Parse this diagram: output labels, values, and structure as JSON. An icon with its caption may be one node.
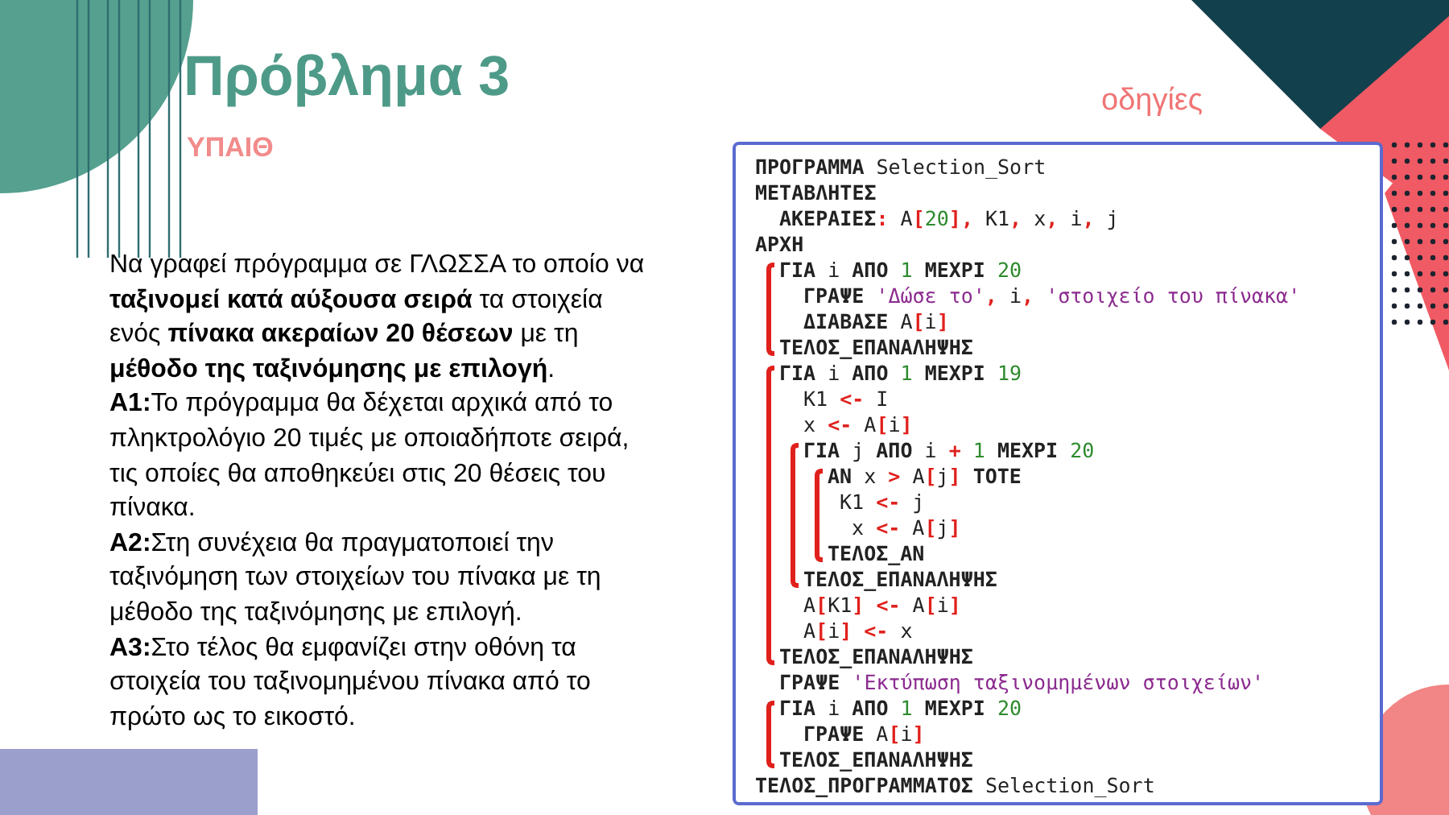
{
  "diagram": {
    "title": "Πρόβλημα 3",
    "nodes": [
      {
        "text": [
          "**ΠΡΟΓΡΑΜΜΑ** Selection_Sort",
          "**ΜΕΤΑΒΛΗΤΕΣ**",
          "**ΑΚΕΡΑΙΕΣ**: A[20], K1, x, i, j",
          "**ΑΡΧΗ**",
          "**ΓΙΑ** i **ΑΠΟ** 1 **ΜΕΧΡΙ** 20",
          "**ΓΡΑΨΕ** 'Δώσε το', i, 'στοιχείο του πίνακα'",
          "**ΔΙΑΒΑΣΕ** A[i]",
          "**ΤΕΛΟΣ_ΕΠΑΝΑΛΗΨΗΣ**",
          "**ΓΙΑ** i **ΑΠΟ** 1 **ΜΕΧΡΙ** 19",
          "K1 <- I",
          "x <- A[i]",
          "**ΓΙΑ** j **ΑΠΟ** i + 1 **ΜΕΧΡΙ** 20",
          "**ΑΝ** x > A[j] **ΤΟΤΕ**",
          "K1 <- j",
          "x <- A[j]",
          "**ΤΕΛΟΣ_ΑΝ**",
          "**ΤΕΛΟΣ_ΕΠΑΝΑΛΗΨΗΣ**",
          "A[K1] <- A[i]",
          "A[i] <- x",
          "**ΤΕΛΟΣ_ΕΠΑΝΑΛΗΨΗΣ**",
          "**ΓΡΑΨΕ** 'Εκτύπωση ταξινομημένων στοιχείων'",
          "**ΓΙΑ** i **ΑΠΟ** 1 **ΜΕΧΡΙ** 20",
          "**ΓΡΑΨΕ** A[i]",
          "**ΤΕΛΟΣ_ΕΠΑΝΑΛΗΨΗΣ**",
          "**ΤΕΛΟΣ_ΠΡΟΓΡΑΜΜΑΤΟΣ** Selection_Sort"
        ]
      }
    ],
    "edges": [],
    "labels": [
      "ΥΠΑΙΘ",
      "οδηγίες",
      "Να γραφεί πρόγραμμα σε ΓΛΩΣΣΑ το οποίο να **ταξινομεί κατά αύξουσα σειρά** τα στοιχεία ενός **πίνακα ακεραίων 20 θέσεων** με τη **μέθοδο της ταξινόμησης με επιλογή**.",
      "**A1:**Το πρόγραμμα θα δέχεται αρχικά από το πληκτρολόγιο 20 τιμές με οποιαδήποτε σειρά, τις οποίες θα αποθηκεύει στις 20 θέσεις του πίνακα.",
      "**A2:**Στη συνέχεια θα πραγματοποιεί την ταξινόμηση των στοιχείων του πίνακα με τη μέθοδο της ταξινόμησης με επιλογή.",
      "**A3:**Στο τέλος θα εμφανίζει στην οθόνη τα στοιχεία του ταξινομημένου πίνακα από το πρώτο ως το εικοστό."
    ]
  }
}
